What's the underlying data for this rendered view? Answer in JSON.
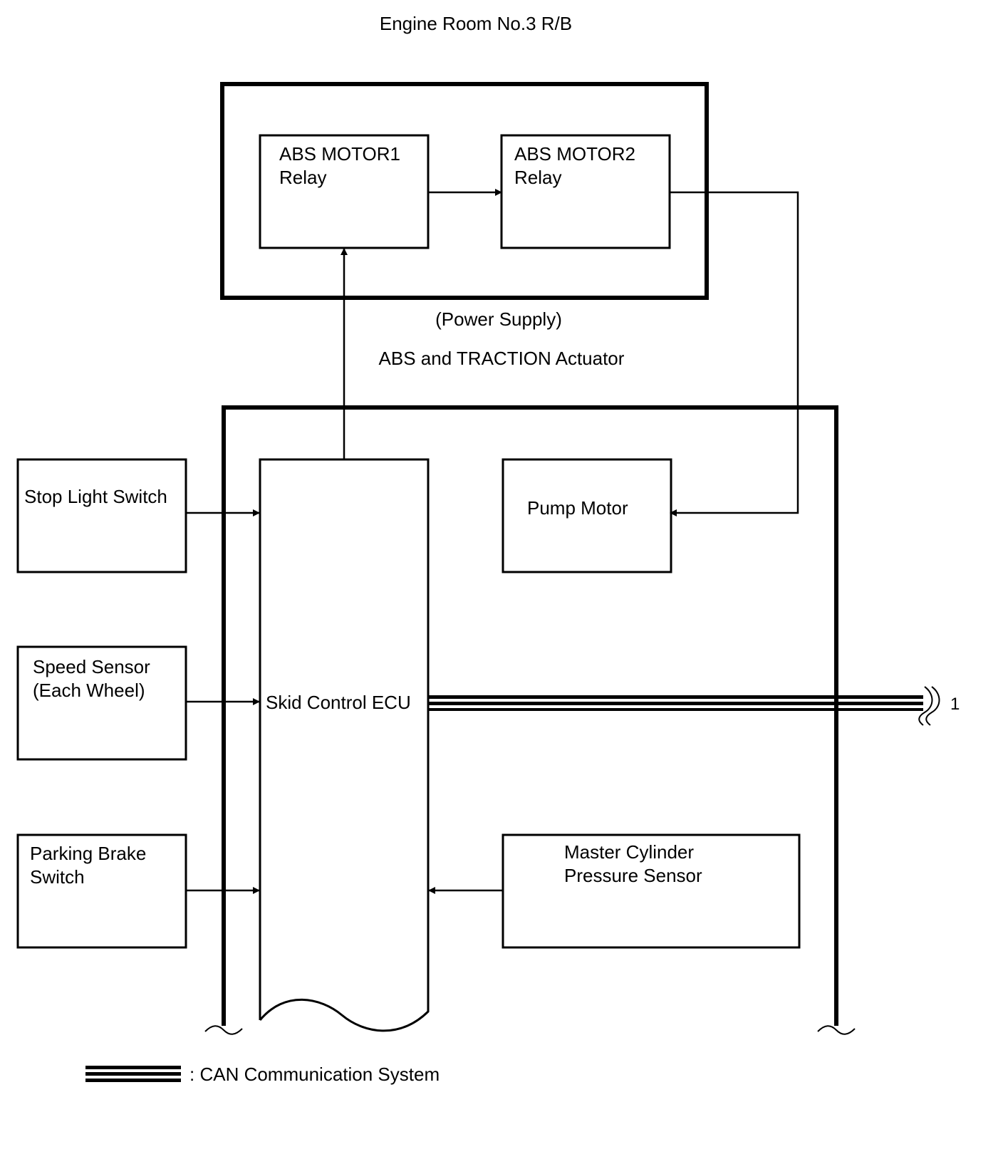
{
  "engine_room": {
    "title": "Engine Room No.3 R/B"
  },
  "relays": {
    "motor1": {
      "line1": "ABS MOTOR1",
      "line2": "Relay"
    },
    "motor2": {
      "line1": "ABS MOTOR2",
      "line2": "Relay"
    }
  },
  "power_supply_label": "(Power Supply)",
  "actuator": {
    "title": "ABS and TRACTION Actuator"
  },
  "inputs": {
    "stop_light_switch": "Stop Light Switch",
    "speed_sensor": {
      "line1": "Speed Sensor",
      "line2": "(Each Wheel)"
    },
    "parking_brake_switch": {
      "line1": "Parking Brake",
      "line2": "Switch"
    }
  },
  "ecu": {
    "label": "Skid Control ECU"
  },
  "pump_motor": {
    "label": "Pump Motor"
  },
  "master_cylinder": {
    "line1": "Master Cylinder",
    "line2": "Pressure Sensor"
  },
  "can_bus": {
    "reference": "1"
  },
  "legend": {
    "label": ": CAN Communication System"
  },
  "colors": {
    "stroke": "#000000",
    "background": "#ffffff"
  }
}
